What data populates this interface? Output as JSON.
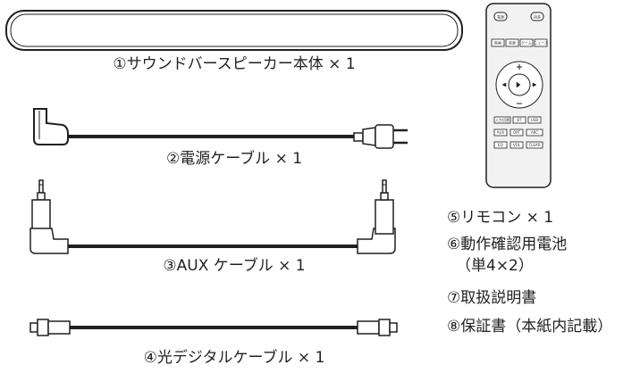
{
  "items": {
    "soundbar": "①サウンドバースピーカー本体 × 1",
    "power_cable": "②電源ケーブル × 1",
    "aux_cable": "③AUX ケーブル × 1",
    "optical_cable": "④光デジタルケーブル × 1",
    "remote": "⑤リモコン × 1",
    "batteries_line1": "⑥動作確認用電池",
    "batteries_line2": "（単4×2）",
    "manual": "⑦取扱説明書",
    "warranty": "⑧保証書（本紙内記載）"
  },
  "remote": {
    "top_buttons": [
      "電源",
      "消音"
    ],
    "mode_buttons": [
      "映画",
      "音楽",
      "ゲーム",
      "ニュース"
    ],
    "bottom_rows": [
      [
        "入力切替",
        "BT",
        "USB"
      ],
      [
        "AUX",
        "OPT",
        "ARC"
      ],
      [
        "EQ",
        "VOL",
        "CLEAR"
      ]
    ]
  }
}
